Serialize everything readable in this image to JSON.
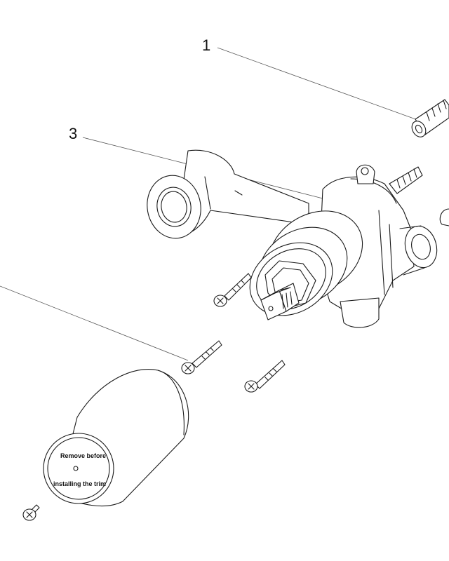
{
  "callouts": {
    "one": "1",
    "three": "3"
  },
  "cap_label": {
    "line1": "Remove before",
    "line2": "installing the trim"
  }
}
